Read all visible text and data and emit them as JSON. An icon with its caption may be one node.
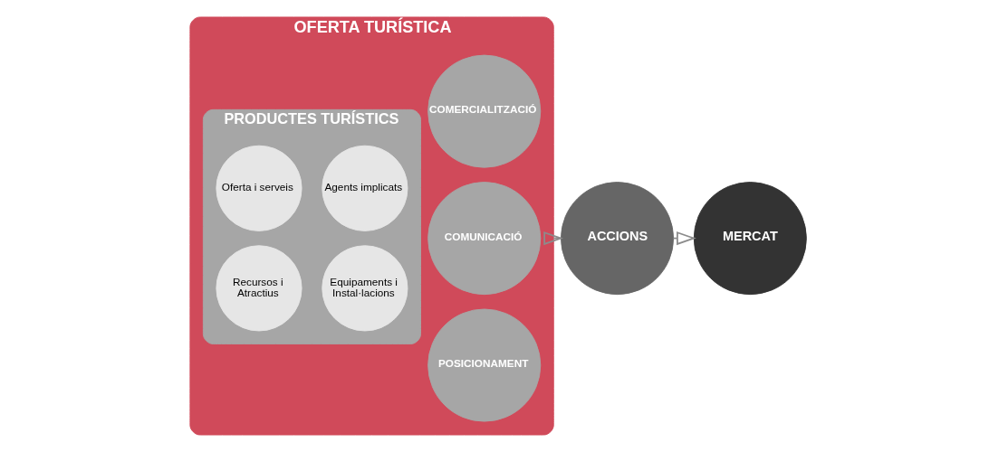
{
  "diagram": {
    "nodes": [
      {
        "text": [
          "OFERTA TURÍSTICA"
        ]
      },
      {
        "text": [
          "PRODUCTES TURÍSTICS"
        ],
        "in": 0
      },
      {
        "text": [
          "Recursos i Atractius"
        ],
        "in": 1
      },
      {
        "text": [
          "Equipaments i Instal·lacions"
        ],
        "in": 1
      },
      {
        "text": [
          "Oferta i serveis"
        ],
        "in": 1
      },
      {
        "text": [
          "Agents implicats"
        ],
        "in": 1
      },
      {
        "text": [
          "POSICIONAMENT"
        ],
        "in": 0
      },
      {
        "text": [
          "COMUNICACIÓ"
        ],
        "in": 0
      },
      {
        "text": [
          "COMERCIALITZACIÓ"
        ],
        "in": 0
      },
      {
        "text": [
          "ACCIONS"
        ]
      },
      {
        "text": [
          "MERCAT"
        ]
      }
    ],
    "edges": [
      {
        "from": 0,
        "to": 9,
        "arrow": "to"
      },
      {
        "from": 9,
        "to": 10,
        "arrow": "to"
      }
    ]
  }
}
